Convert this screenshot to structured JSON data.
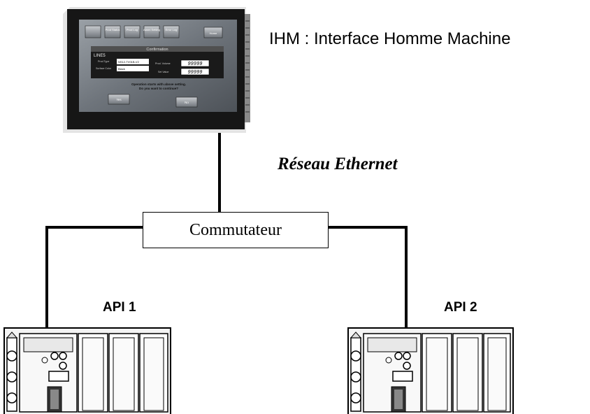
{
  "hmi": {
    "label": "IHM : Interface Homme Machine",
    "screen": {
      "buttons": [
        "",
        "Prod Status",
        "Prod Log",
        "Alarm Setting",
        "Error Log",
        "Home"
      ],
      "dialog_title": "Confirmation",
      "line_label": "LINE5",
      "fields": [
        {
          "label": "Prod Type",
          "value": "NS12-TV01B-V2"
        },
        {
          "label": "Surface Color",
          "value": "Black"
        }
      ],
      "numerics": [
        {
          "label": "Prod. Volume",
          "value": "99999"
        },
        {
          "label": "Set Value",
          "value": "99999"
        }
      ],
      "message_line1": "Operation starts with above setting.",
      "message_line2": "Do you want to continue?",
      "yes_label": "Yes",
      "no_label": "No"
    }
  },
  "network": {
    "label": "Réseau Ethernet"
  },
  "switch": {
    "label": "Commutateur"
  },
  "plcs": [
    {
      "label": "API 1"
    },
    {
      "label": "API 2"
    }
  ],
  "colors": {
    "line": "#000000",
    "bezel": "#1a1a1a",
    "screen": "#7d8288",
    "plc_body": "#f2f2f2"
  }
}
